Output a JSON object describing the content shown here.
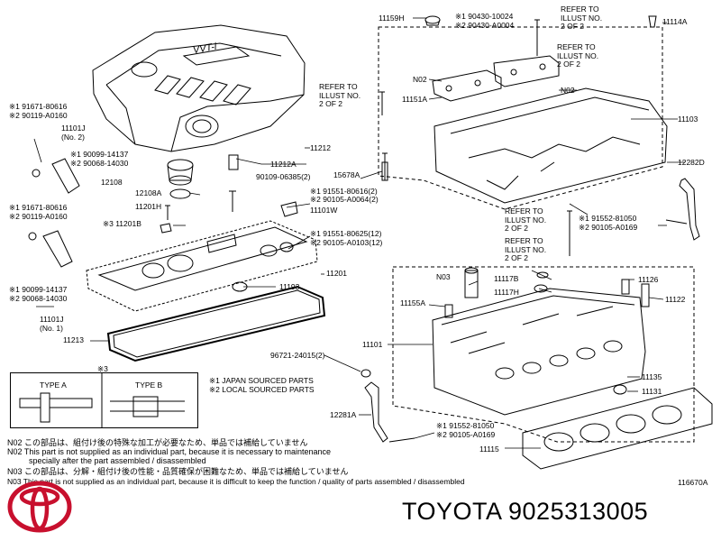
{
  "labels": {
    "p11159H": "11159H",
    "p90430_10024": "※1  90430-10024",
    "p90430_A0004": "※2  90430-A0004",
    "p11114A": "11114A",
    "pN02_top": "N02",
    "pN02_right": "N02",
    "p11151A": "11151A",
    "p11103": "11103",
    "p12282D": "12282D",
    "p15678A": "15678A",
    "p11212": "11212",
    "p11212A": "11212A",
    "p90109_06385": "90109-06385(2)",
    "p91551_80616": "※1  91551-80616(2)",
    "p90105_A0064": "※2  90105-A0064(2)",
    "p11101W": "11101W",
    "p91671_80616_a": "※1  91671-80616",
    "p90119_A0160_a": "※2  90119-A0160",
    "p11101J_no2": "11101J",
    "p11101J_no2_sub": "(No. 2)",
    "p90099_14137_a": "※1  90099-14137",
    "p90068_14030_a": "※2  90068-14030",
    "p12108": "12108",
    "p12108A": "12108A",
    "p11201H": "11201H",
    "p11201B": "※3  11201B",
    "p91671_80616_b": "※1  91671-80616",
    "p90119_A0160_b": "※2  90119-A0160",
    "p91551_80625": "※1  91551-80625(12)",
    "p90105_A0103": "※2  90105-A0103(12)",
    "p11201": "11201",
    "p11193": "11193",
    "p90099_14137_b": "※1  90099-14137",
    "p90068_14030_b": "※2  90068-14030",
    "p11101J_no1": "11101J",
    "p11101J_no1_sub": "(No. 1)",
    "p11213": "11213",
    "p96721_24015": "96721-24015(2)",
    "p91552_81050_a": "※1  91552-81050",
    "p90105_A0169_a": "※2  90105-A0169",
    "pN03": "N03",
    "p11117B": "11117B",
    "p11117H": "11117H",
    "p11126": "11126",
    "p11122": "11122",
    "p11155A": "11155A",
    "p11101": "11101",
    "p11135": "11135",
    "p11131": "11131",
    "p12281A": "12281A",
    "p91552_81050_b": "※1  91552-81050",
    "p90105_A0169_b": "※2  90105-A0169",
    "p11115": "11115",
    "p3": "※3"
  },
  "refer": {
    "r1": "REFER TO\nILLUST NO.\n2 OF 2",
    "r2": "REFER TO\nILLUST NO.\n2 OF 2",
    "r3": "REFER TO\nILLUST NO.\n2 OF 2",
    "r4": "REFER TO\nILLUST NO.\n2 OF 2",
    "r5": "REFER TO\nILLUST NO.\n2 OF 2"
  },
  "legend": {
    "type_a": "TYPE A",
    "type_b": "TYPE B",
    "japan": "※1 JAPAN SOURCED PARTS",
    "local": "※2 LOCAL SOURCED PARTS"
  },
  "cover_text": "VVT-i",
  "notes": {
    "n02_jp": "N02   この部品は、組付け後の特殊な加工が必要なため、単品では補給していません",
    "n02_en1": "N02   This part is not supplied as an individual part, because it is necessary to maintenance",
    "n02_en2": "specially after the part assembled / disassembled",
    "n03_jp": "N03   この部品は、分解・組付け後の性能・品質確保が困難なため、単品では補給していません",
    "n03_en": "N03   This part is not supplied as an individual part, because it is difficult to keep the function / quality of parts  assembled / disassembled"
  },
  "image_code": "116670A",
  "brand": {
    "text": "TOYOTA 9025313005",
    "logo_color": "#c8102e"
  }
}
